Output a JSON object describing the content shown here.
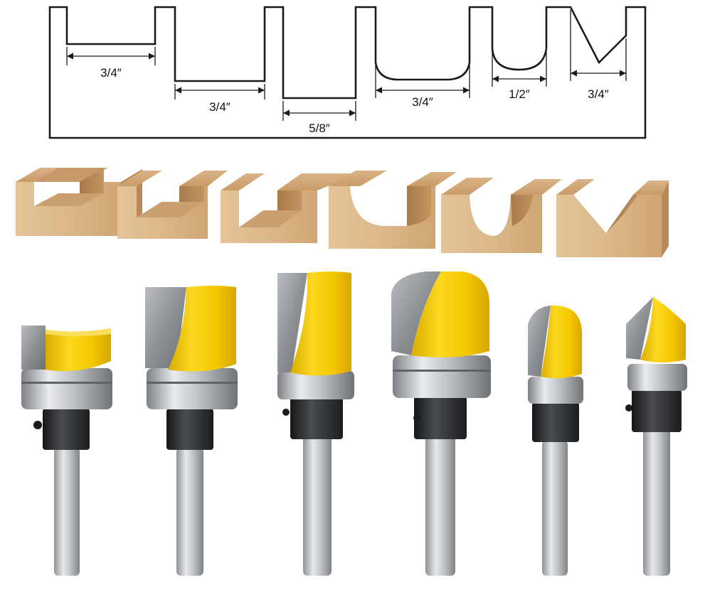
{
  "profile_diagram": {
    "dimensions": [
      {
        "name": "straight-3-4",
        "label": "3/4″"
      },
      {
        "name": "straight-3-4-deep",
        "label": "3/4″"
      },
      {
        "name": "straight-5-8",
        "label": "5/8″"
      },
      {
        "name": "bowl-3-4",
        "label": "3/4″"
      },
      {
        "name": "round-1-2",
        "label": "1/2″"
      },
      {
        "name": "v-groove-3-4",
        "label": "3/4″"
      }
    ]
  },
  "wood_samples": [
    {
      "name": "straight-shallow",
      "profile": "rect"
    },
    {
      "name": "straight-deep",
      "profile": "rect"
    },
    {
      "name": "straight-narrow",
      "profile": "rect"
    },
    {
      "name": "bowl",
      "profile": "bowl"
    },
    {
      "name": "round-nose",
      "profile": "round"
    },
    {
      "name": "v-groove",
      "profile": "v"
    }
  ],
  "router_bits": [
    {
      "name": "bit-straight-3-4-shallow",
      "cutter": "flat"
    },
    {
      "name": "bit-straight-3-4-deep",
      "cutter": "flat"
    },
    {
      "name": "bit-straight-5-8",
      "cutter": "flat"
    },
    {
      "name": "bit-bowl-3-4",
      "cutter": "bowl"
    },
    {
      "name": "bit-round-1-2",
      "cutter": "round"
    },
    {
      "name": "bit-v-groove-3-4",
      "cutter": "v"
    }
  ],
  "colors": {
    "cutter_yellow": "#f2c500",
    "carbide_gray": "#8c8f93",
    "bearing_silver": "#c9ccd0",
    "collar_black": "#2a2c2e",
    "shank_gray": "#b5b8bc",
    "wood_light": "#dcb88a",
    "wood_dark": "#b88a5a",
    "outline": "#1a1a1a"
  }
}
